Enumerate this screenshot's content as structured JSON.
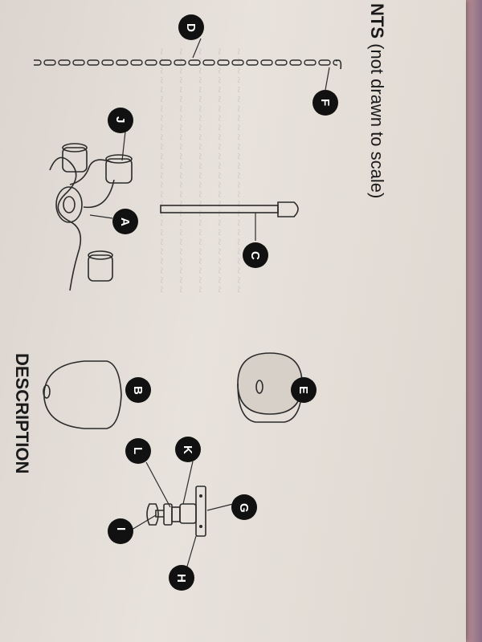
{
  "heading": {
    "prefix": "NTS",
    "suffix": " (not drawn to scale)",
    "section_cut": "DESCRIPTION"
  },
  "callouts": [
    "D",
    "F",
    "J",
    "A",
    "C",
    "E",
    "B",
    "K",
    "L",
    "G",
    "I",
    "H"
  ],
  "colors": {
    "paper": "#e3ddd7",
    "ink": "#1a1a1a",
    "callout_fill": "#111111",
    "backdrop": "#6b4a5e"
  }
}
